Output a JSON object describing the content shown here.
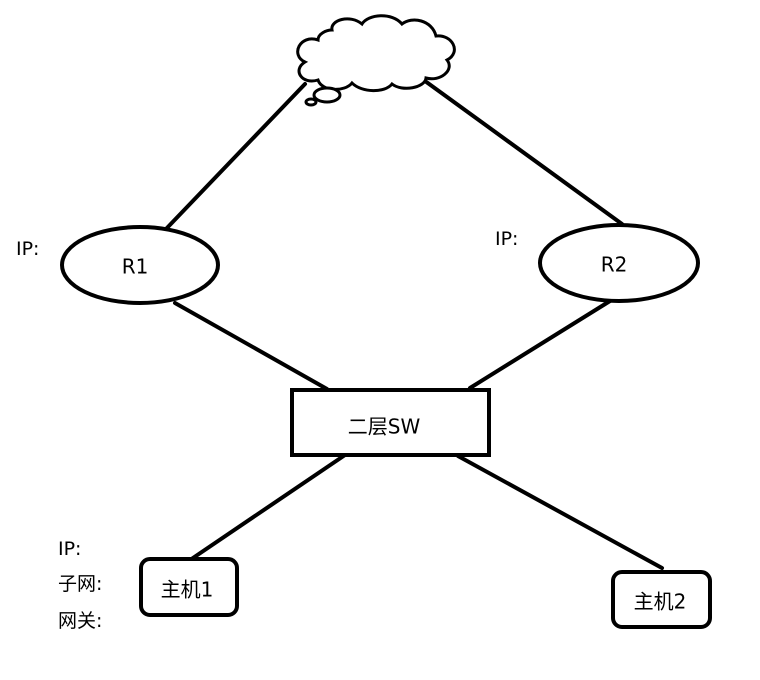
{
  "nodes": {
    "cloud": {
      "label": ""
    },
    "r1": {
      "label": "R1",
      "ip_label": "IP:"
    },
    "r2": {
      "label": "R2",
      "ip_label": "IP:"
    },
    "switch": {
      "label": "二层SW"
    },
    "host1": {
      "label": "主机1",
      "ip_label": "IP:",
      "subnet_label": "子网:",
      "gateway_label": "网关:"
    },
    "host2": {
      "label": "主机2"
    }
  },
  "colors": {
    "stroke": "#000000",
    "background": "#ffffff"
  }
}
